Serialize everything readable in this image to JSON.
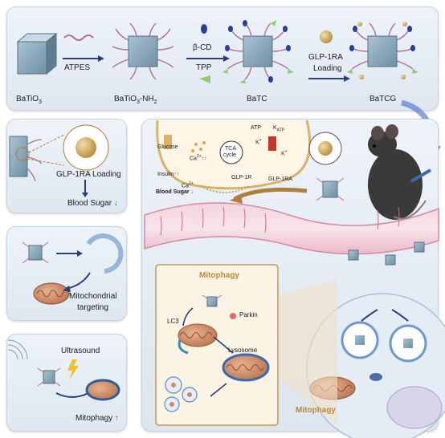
{
  "top": {
    "batio3": "BaTiO",
    "batio3_sub": "3",
    "atpes": "ATPES",
    "batio3_nh2_a": "BaTiO",
    "batio3_nh2_sub": "3",
    "batio3_nh2_b": "-NH",
    "batio3_nh2_sub2": "2",
    "bcd": "β-CD",
    "tpp": "TPP",
    "batc": "BaTC",
    "glp_loading_1": "GLP-1RA",
    "glp_loading_2": "Loading",
    "batcg": "BaTCG"
  },
  "left1": {
    "loading": "GLP-1RA Loading",
    "blood_sugar": "Blood Sugar",
    "arrow_color": "#1a8a3a"
  },
  "left2": {
    "mito_1": "Mitochondrial",
    "mito_2": "targeting"
  },
  "left3": {
    "ultrasound": "Ultrasound",
    "mitophagy": "Mitophagy",
    "arrow_color": "#d12020"
  },
  "cell": {
    "glucose": "Glucose",
    "ca_a": "Ca",
    "ca_sup": "2+",
    "ca_arrows": "↑↑",
    "tca_1": "TCA",
    "tca_2": "cycle",
    "atp": "ATP",
    "katp": "K",
    "katp_sub": "ATP",
    "k1": "K",
    "k1_sup": "+",
    "k2": "K",
    "k2_sup": "+",
    "insulin": "Insulin",
    "insulin_arrows": "↑↑",
    "ca2_a": "Ca",
    "ca2_sup": "2+",
    "glp1r": "GLP-1R",
    "glp1ra": "GLP-1RA",
    "blood_sugar": "Blood Sugar"
  },
  "inset": {
    "title": "Mitophagy",
    "parkin": "Parkin",
    "lc3": "LC3",
    "lysosome": "Lysosome"
  },
  "main": {
    "mitophagy": "Mitophagy"
  },
  "colors": {
    "teal": "#2f8f9f",
    "nanocube": "#6f8fa3",
    "gold": "#c9a25a",
    "vessel": "#e8b7c4",
    "mito": "#c98a6a"
  }
}
